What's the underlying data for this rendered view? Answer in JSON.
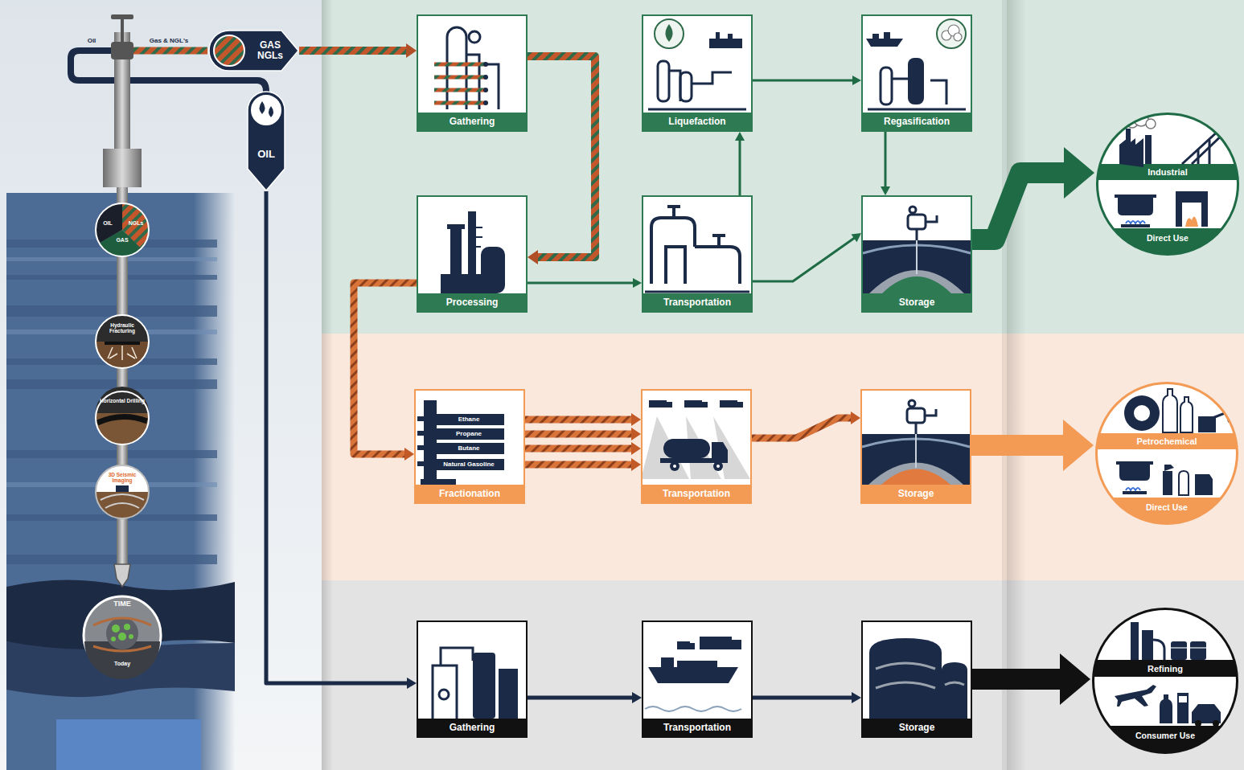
{
  "diagram": {
    "nodes": [
      {
        "text": [
          "GAS NGLs"
        ]
      },
      {
        "text": [
          "OIL"
        ]
      },
      {
        "text": [
          "Gathering"
        ]
      },
      {
        "text": [
          "Liquefaction"
        ]
      },
      {
        "text": [
          "Regasification"
        ]
      },
      {
        "text": [
          "Processing"
        ]
      },
      {
        "text": [
          "Transportation"
        ]
      },
      {
        "text": [
          "Storage"
        ]
      },
      {
        "text": [
          "Industrial",
          "Direct Use"
        ]
      },
      {
        "text": [
          "Fractionation"
        ]
      },
      {
        "text": [
          "Transportation"
        ]
      },
      {
        "text": [
          "Storage"
        ]
      },
      {
        "text": [
          "Petrochemical",
          "Direct Use"
        ]
      },
      {
        "text": [
          "Gathering"
        ]
      },
      {
        "text": [
          "Transportation"
        ]
      },
      {
        "text": [
          "Storage"
        ]
      },
      {
        "text": [
          "Refining",
          "Consumer Use"
        ]
      }
    ],
    "edges": [
      {
        "from": 0,
        "to": 2,
        "arrow": "to"
      },
      {
        "from": 2,
        "to": 5,
        "arrow": "to"
      },
      {
        "from": 5,
        "to": 6,
        "arrow": "to"
      },
      {
        "from": 5,
        "to": 9,
        "arrow": "to"
      },
      {
        "from": 6,
        "to": 3,
        "arrow": "to"
      },
      {
        "from": 3,
        "to": 4,
        "arrow": "to"
      },
      {
        "from": 4,
        "to": 7,
        "arrow": "to"
      },
      {
        "from": 6,
        "to": 7,
        "arrow": "to"
      },
      {
        "from": 7,
        "to": 8,
        "arrow": "to"
      },
      {
        "from": 9,
        "to": 10,
        "arrow": "to"
      },
      {
        "from": 10,
        "to": 11,
        "arrow": "to"
      },
      {
        "from": 11,
        "to": 12,
        "arrow": "to"
      },
      {
        "from": 1,
        "to": 13,
        "arrow": "to"
      },
      {
        "from": 13,
        "to": 14,
        "arrow": "to"
      },
      {
        "from": 14,
        "to": 15,
        "arrow": "to"
      },
      {
        "from": 15,
        "to": 16,
        "arrow": "to"
      }
    ],
    "labels": [
      "Oil",
      "Gas & NGL's",
      "OIL",
      "NGLs",
      "GAS",
      "Hydraulic Fracturing",
      "Horizontal Drilling",
      "3D Seismic Imaging",
      "TIME",
      "Today",
      "Ethane",
      "Propane",
      "Butane",
      "Natural Gasoline"
    ]
  }
}
